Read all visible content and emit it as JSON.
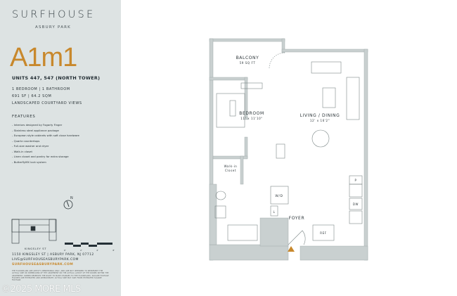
{
  "sidebar": {
    "brand": "SURFHOUSE",
    "brand_sub": "ASBURY PARK",
    "plan_name": "A1m1",
    "units": "UNITS 447, 547 (NORTH TOWER)",
    "specs": [
      "1 BEDROOM | 1 BATHROOM",
      "691 SF | 64.2 SQM",
      "LANDSCAPED COURTYARD VIEWS"
    ],
    "features_heading": "FEATURES",
    "features": [
      "- Interiors designed by Fogarty Finger",
      "- Stainless steel appliance package",
      "- European style cabinets with soft close hardware",
      "- Quartz countertops",
      "- Full-size washer and dryer",
      "- Walk-in closet",
      "- Linen closet and pantry for extra storage",
      "- ButterflyMX lock system"
    ],
    "compass": "N",
    "keyplan_street": "KINGSLEY ST",
    "scale_labels": [
      "0'",
      "2'",
      "4'",
      "8'"
    ],
    "address": "1150 KINGSLEY ST | ASBURY PARK, NJ 07712",
    "email": "LIVE@SURFHOUSEASBURYPARK.COM",
    "website": "SURFHOUSEASBURYPARK.COM",
    "disclaimer": "THE FLOORPLANS ARE ARTIST'S RENDERINGS ONLY, AND ARE NOT INTENDED TO REPRESENT THE ACTUAL SIZE OR DIMENSIONS OF THE APARTMENT OR THE ACTUAL LAYOUT OF THE ROOMS WITHIN THE APARTMENT. OWNER RESERVES THE RIGHT TO MAKE CHANGES TO THE FLOORPLANS. SQUARE FOOTAGE FIGURES ARE ESTIMATED AND APPROXIMATE; ACTUAL SIZE MAY VARY FROM ESTIMATED SQUARE FOOTAGE."
  },
  "watermark": "©2025 MORE MLS",
  "floorplan": {
    "rooms": {
      "balcony": "BALCONY",
      "balcony_size": "59 SQ FT",
      "bedroom": "BEDROOM",
      "bedroom_size": "11' x 11'10\"",
      "living": "LIVING / DINING",
      "living_size": "12' x 16'2\"",
      "closet_1": "Walk-in",
      "closet_2": "Closet",
      "wd": "W/D",
      "linen": "L",
      "foyer": "FOYER",
      "ref": "REF",
      "pantry": "P",
      "dw": "DW"
    }
  },
  "colors": {
    "accent": "#c8882c",
    "sidebar_bg": "#dde3e3",
    "wall": "#c9d0d0"
  }
}
